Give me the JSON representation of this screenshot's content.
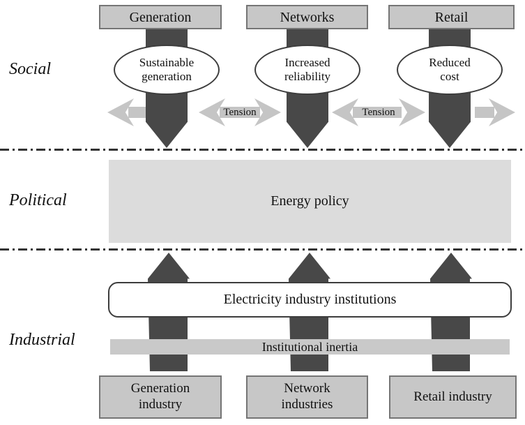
{
  "colors": {
    "box_fill": "#c7c7c7",
    "box_border": "#757575",
    "dark_arrow": "#484848",
    "ellipse_border": "#3d3d3d",
    "policy_fill": "#dcdcdc",
    "tension_fill": "#c5c5c5",
    "inertia_fill": "#c9c9c9",
    "line_color": "#333333",
    "text_color": "#111111",
    "background": "#ffffff"
  },
  "layers": {
    "social": "Social",
    "political": "Political",
    "industrial": "Industrial"
  },
  "social_layer": {
    "top_boxes": [
      {
        "label": "Generation"
      },
      {
        "label": "Networks"
      },
      {
        "label": "Retail"
      }
    ],
    "ellipses": [
      {
        "label": "Sustainable\ngeneration"
      },
      {
        "label": "Increased\nreliability"
      },
      {
        "label": "Reduced\ncost"
      }
    ],
    "tension_labels": [
      {
        "label": "Tension"
      },
      {
        "label": "Tension"
      }
    ]
  },
  "political_layer": {
    "policy_box": "Energy policy"
  },
  "industrial_layer": {
    "institutions_box": "Electricity industry institutions",
    "inertia_bar": "Institutional inertia",
    "bottom_boxes": [
      {
        "label": "Generation\nindustry"
      },
      {
        "label": "Network\nindustries"
      },
      {
        "label": "Retail industry"
      }
    ]
  }
}
